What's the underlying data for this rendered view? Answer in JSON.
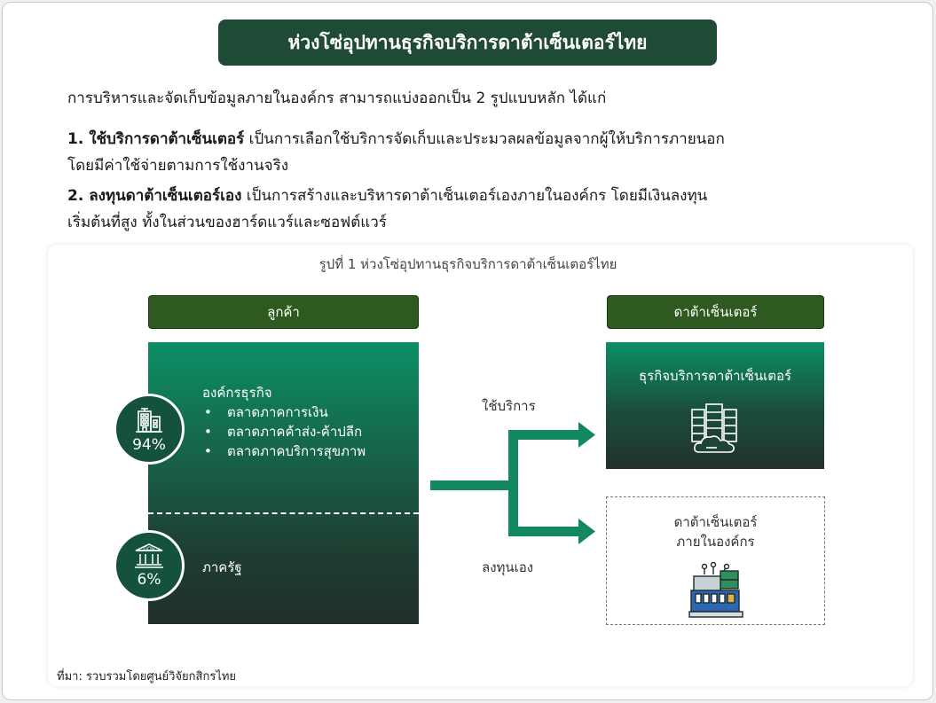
{
  "title": "ห่วงโซ่อุปทานธุรกิจบริการดาต้าเซ็นเตอร์ไทย",
  "intro": "การบริหารและจัดเก็บข้อมูลภายในองค์กร สามารถแบ่งออกเป็น 2 รูปแบบหลัก ได้แก่",
  "items": [
    {
      "bold": "1. ใช้บริการดาต้าเซ็นเตอร์",
      "text": " เป็นการเลือกใช้บริการจัดเก็บและประมวลผลข้อมูลจากผู้ให้บริการภายนอก",
      "text2": "โดยมีค่าใช้จ่ายตามการใช้งานจริง"
    },
    {
      "bold": "2. ลงทุนดาต้าเซ็นเตอร์เอง",
      "text": " เป็นการสร้างและบริหารดาต้าเซ็นเตอร์เองภายในองค์กร โดยมีเงินลงทุน",
      "text2": "เริ่มต้นที่สูง ทั้งในส่วนของฮาร์ดแวร์และซอฟต์แวร์"
    }
  ],
  "figure": {
    "caption": "รูปที่ 1 ห่วงโซ่อุปทานธุรกิจบริการดาต้าเซ็นเตอร์ไทย",
    "customer_header": "ลูกค้า",
    "datacenter_header": "ดาต้าเซ็นเตอร์",
    "business": {
      "percent": "94%",
      "title": "องค์กรธุรกิจ",
      "bullets": [
        "ตลาดภาคการเงิน",
        "ตลาดภาคค้าส่ง-ค้าปลีก",
        "ตลาดภาคบริการสุขภาพ"
      ]
    },
    "government": {
      "percent": "6%",
      "title": "ภาครัฐ",
      "icon_text": "GOV"
    },
    "arrow_top_label": "ใช้บริการ",
    "arrow_bottom_label": "ลงทุนเอง",
    "dc_service": "ธุรกิจบริการดาต้าเซ็นเตอร์",
    "dc_own_line1": "ดาต้าเซ็นเตอร์",
    "dc_own_line2": "ภายในองค์กร"
  },
  "source": "ที่มา: รวบรวมโดยศูนย์วิจัยกสิกรไทย",
  "colors": {
    "title_bg": "#1f4a35",
    "header_bg": "#2f5a1f",
    "arrow": "#118860",
    "gradient_top": "#0b8f66",
    "gradient_bottom": "#21302a"
  },
  "icons": [
    "office-building-icon",
    "government-building-icon",
    "server-cloud-icon",
    "server-circuit-icon"
  ]
}
